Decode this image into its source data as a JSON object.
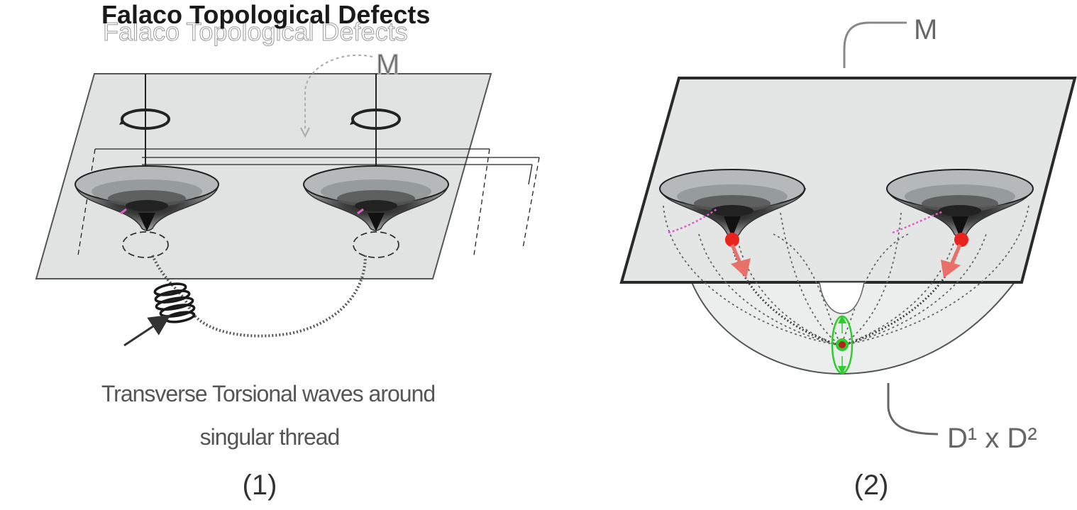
{
  "title": "Falaco Topological Defects",
  "left_panel": {
    "plane_label": "M",
    "caption_line1": "Transverse Torsional waves around",
    "caption_line2": "singular thread",
    "figure_label": "(1)"
  },
  "right_panel": {
    "plane_label": "M",
    "domain_label": "D¹ x D²",
    "figure_label": "(2)"
  },
  "colors": {
    "plane_fill": "#e1e3e3",
    "plane_stroke": "#3a3a3a",
    "defect_dot": "#e8231b",
    "arrow": "#e87068",
    "torsion_circle": "#2ecc2e",
    "magenta_path": "#e060c8"
  }
}
